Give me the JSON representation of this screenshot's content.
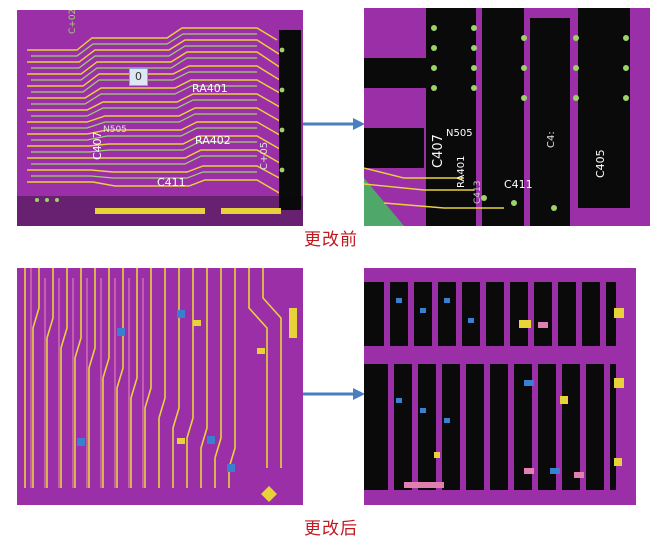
{
  "before_caption": "更改前",
  "after_caption": "更改后",
  "badge_value": "0",
  "before_labels": {
    "ra401": "RA401",
    "ra402": "RA402",
    "c407": "C407",
    "c411": "C411",
    "n505": "N505",
    "c402": "C+02",
    "c405": "C+05"
  },
  "before_zoom_labels": {
    "n505": "N505",
    "c407": "C407",
    "ra401": "RA401",
    "c413": "C413",
    "c411": "C411",
    "c405": "C405",
    "c4x": "C4:"
  },
  "colors": {
    "board": "#9b2fa8",
    "board_dark": "#6f1d7d",
    "trace_yellow": "#e8d23a",
    "trace_green": "#9ed36a",
    "copper_black": "#0a0a0a",
    "pad_blue": "#3a7fd0",
    "pad_pink": "#e07fb0",
    "arrow_blue": "#4a7ebf",
    "caption_red": "#c0181f"
  }
}
